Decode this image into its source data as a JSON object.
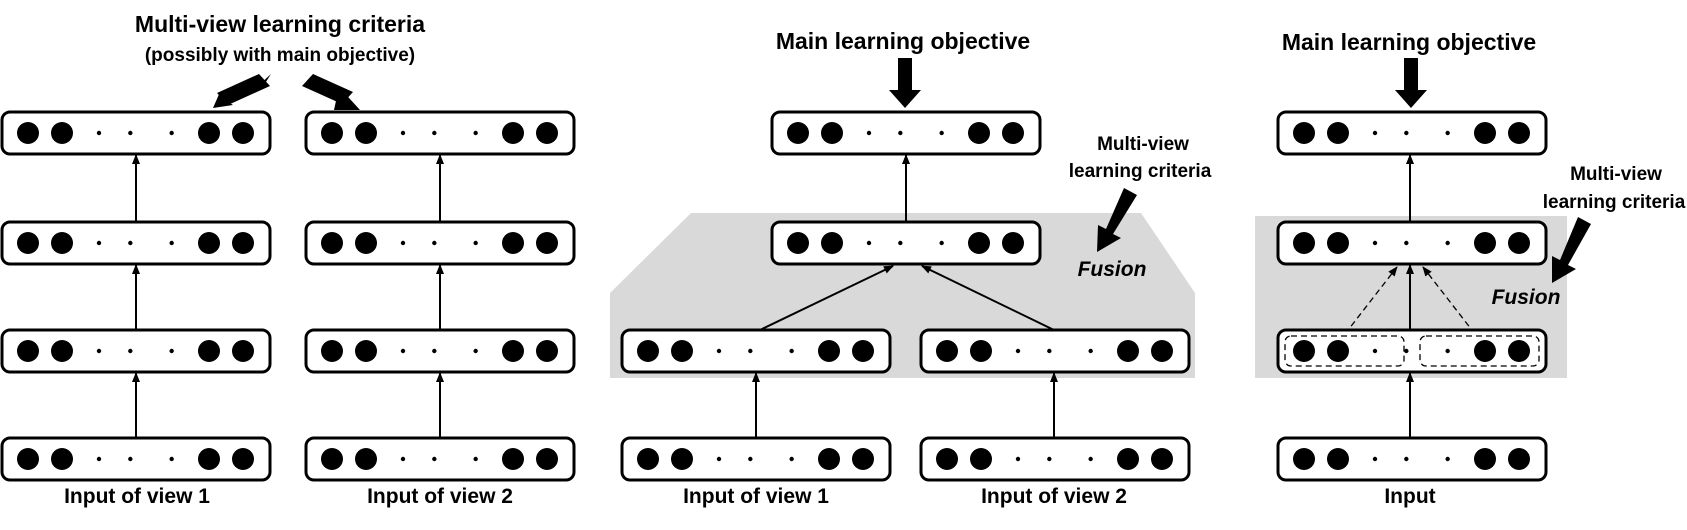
{
  "panel_a": {
    "title": "Multi-view learning criteria",
    "subtitle": "(possibly with main objective)",
    "input_label_1": "Input of view 1",
    "input_label_2": "Input of view 2"
  },
  "panel_b": {
    "objective": "Main learning objective",
    "criteria_line1": "Multi-view",
    "criteria_line2": "learning criteria",
    "fusion": "Fusion",
    "input_label_1": "Input of view 1",
    "input_label_2": "Input of view 2"
  },
  "panel_c": {
    "objective": "Main learning objective",
    "criteria_line1": "Multi-view",
    "criteria_line2": "learning criteria",
    "fusion": "Fusion",
    "input_label": "Input"
  },
  "colors": {
    "fusion_region": "#d9d9d9",
    "ink": "#000000",
    "box_fill": "#ffffff"
  }
}
